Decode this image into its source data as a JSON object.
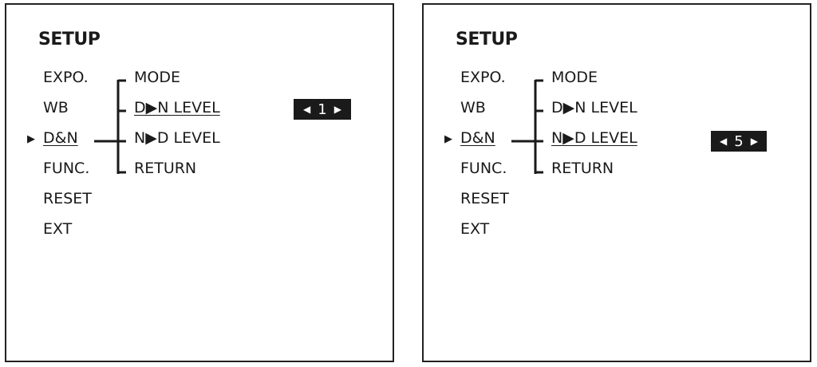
{
  "panels": [
    {
      "title": "SETUP",
      "menu": [
        "EXPO.",
        "WB",
        "D&N",
        "FUNC.",
        "RESET",
        "EXT"
      ],
      "selected_menu_index": 2,
      "cursor": "▶",
      "submenu": [
        "MODE",
        "D▶N LEVEL",
        "N▶D LEVEL",
        "RETURN"
      ],
      "selected_sub_index": 1,
      "value": {
        "left_arrow": "◀",
        "number": "1",
        "right_arrow": "▶"
      }
    },
    {
      "title": "SETUP",
      "menu": [
        "EXPO.",
        "WB",
        "D&N",
        "FUNC.",
        "RESET",
        "EXT"
      ],
      "selected_menu_index": 2,
      "cursor": "▶",
      "submenu": [
        "MODE",
        "D▶N LEVEL",
        "N▶D LEVEL",
        "RETURN"
      ],
      "selected_sub_index": 2,
      "value": {
        "left_arrow": "◀",
        "number": "5",
        "right_arrow": "▶"
      }
    }
  ]
}
